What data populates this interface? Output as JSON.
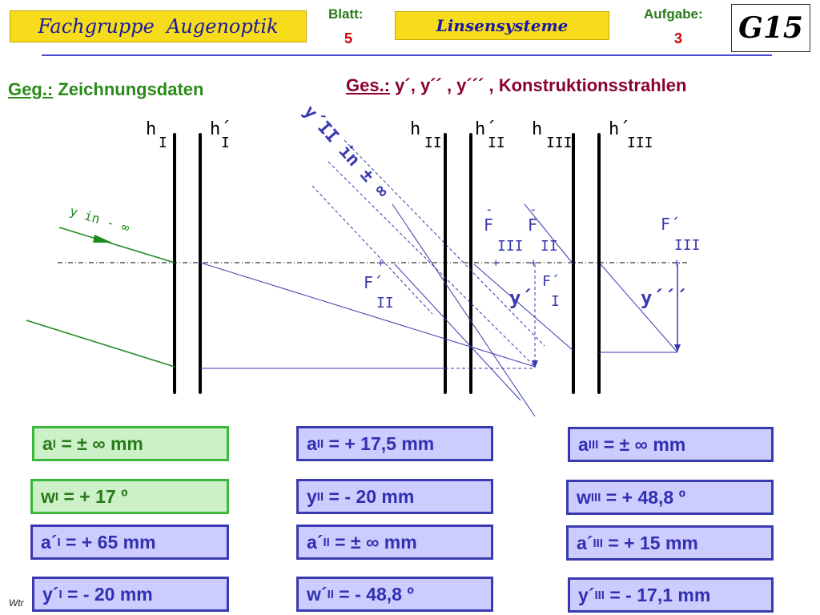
{
  "header": {
    "title": "Fachgruppe  Augenoptik",
    "blatt_label": "Blatt:",
    "blatt_value": "5",
    "topic": "Linsensysteme",
    "aufgabe_label": "Aufgabe:",
    "aufgabe_value": "3",
    "logo": "G15"
  },
  "given": {
    "label": "Geg.:",
    "text": "Zeichnungsdaten"
  },
  "sought": {
    "label": "Ges.:",
    "text": "y´, y´´ , y´´´ , Konstruktionsstrahlen"
  },
  "diagram": {
    "planes": [
      "h",
      "h´",
      "h",
      "h´",
      "h",
      "h´"
    ],
    "plane_subs": [
      "I",
      "I",
      "II",
      "II",
      "III",
      "III"
    ],
    "ray_in_label": "y in - ∞",
    "ray_ii_label": "y´II in ± ∞",
    "F_bar_III": "F",
    "F_bar_III_sub": "III",
    "F_bar_II": "F",
    "F_bar_II_sub": "II",
    "F_prime_III": "F´",
    "F_prime_III_sub": "III",
    "F_prime_II": "F´",
    "F_prime_II_sub": "II",
    "F_prime_I": "F´",
    "F_prime_I_sub": "I",
    "y_prime": "y´",
    "y_triple_prime": "y´´´"
  },
  "boxes": {
    "left": [
      {
        "pre": "a",
        "sub": "I",
        "post": " = ± ∞ mm",
        "color": "green"
      },
      {
        "pre": "w",
        "sub": "I",
        "post": " = + 17 º",
        "color": "green"
      },
      {
        "pre": "a´",
        "sub": "I",
        "post": " = + 65 mm",
        "color": "blue"
      },
      {
        "pre": "y´",
        "sub": "I",
        "post": " = - 20 mm",
        "color": "blue"
      }
    ],
    "middle": [
      {
        "pre": "a",
        "sub": "II",
        "post": " = + 17,5 mm",
        "color": "blue"
      },
      {
        "pre": "y",
        "sub": "II",
        "post": " = - 20 mm",
        "color": "blue"
      },
      {
        "pre": "a´",
        "sub": "II",
        "post": " = ± ∞ mm",
        "color": "blue"
      },
      {
        "pre": "w´",
        "sub": "II",
        "post": " = - 48,8 º",
        "color": "blue"
      }
    ],
    "right": [
      {
        "pre": "a",
        "sub": "III",
        "post": " = ± ∞ mm",
        "color": "blue"
      },
      {
        "pre": "w",
        "sub": "III",
        "post": " = + 48,8 º",
        "color": "blue"
      },
      {
        "pre": "a´",
        "sub": "III",
        "post": " = + 15 mm",
        "color": "blue"
      },
      {
        "pre": "y´",
        "sub": "III",
        "post": " = - 17,1 mm",
        "color": "blue"
      }
    ]
  },
  "footer": {
    "author": "Wtr"
  },
  "colors": {
    "header_yellow": "#f7dc1c",
    "green": "#3ab93a",
    "blue": "#3a3ab0",
    "red": "#d10000"
  }
}
